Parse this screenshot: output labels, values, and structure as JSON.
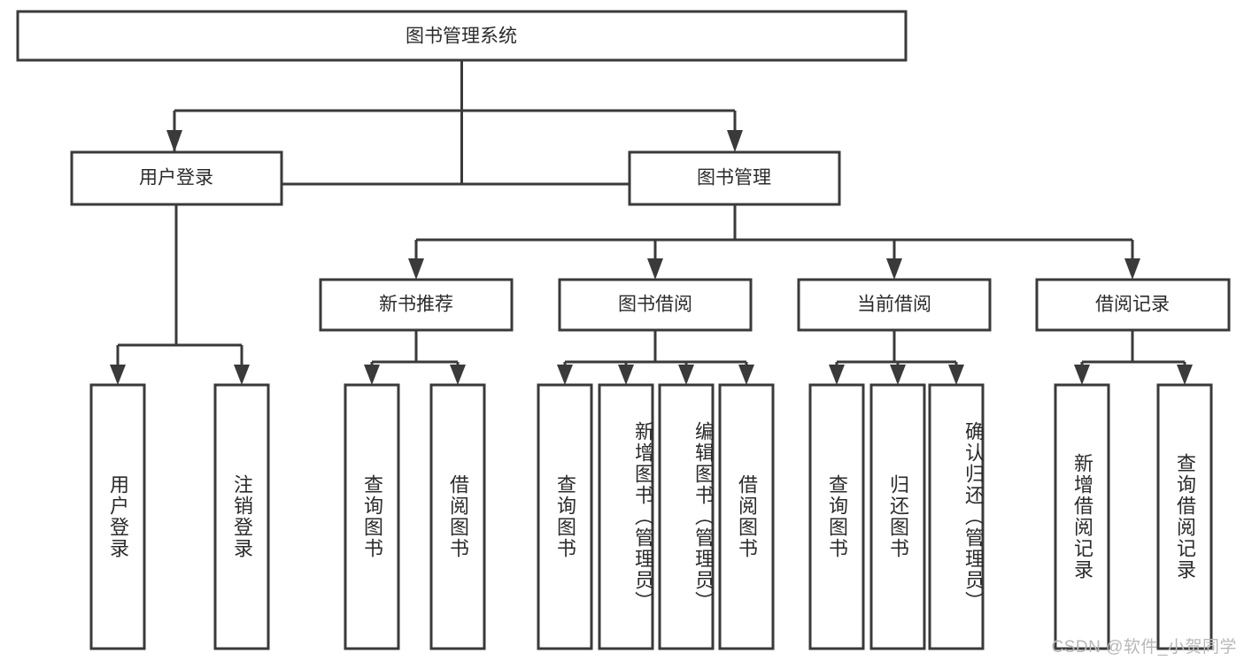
{
  "diagram": {
    "type": "tree-hierarchy",
    "title": "图书管理系统",
    "orientation": "top-down",
    "colors": {
      "box_stroke": "#3a3a3a",
      "box_fill": "#ffffff",
      "text": "#2b2b2b",
      "connector": "#3a3a3a",
      "watermark": "#b8b8b8",
      "background": "#ffffff"
    },
    "root": {
      "id": "root",
      "label": "图书管理系统"
    },
    "level2": [
      {
        "id": "user-login",
        "label": "用户登录"
      },
      {
        "id": "book-manage",
        "label": "图书管理"
      }
    ],
    "level3": [
      {
        "id": "new-book-recommend",
        "label": "新书推荐",
        "parent": "book-manage"
      },
      {
        "id": "book-borrow",
        "label": "图书借阅",
        "parent": "book-manage"
      },
      {
        "id": "current-borrow",
        "label": "当前借阅",
        "parent": "book-manage"
      },
      {
        "id": "borrow-record",
        "label": "借阅记录",
        "parent": "book-manage"
      }
    ],
    "leaves": {
      "user-login": [
        {
          "id": "leaf-user-login",
          "label": "用户登录"
        },
        {
          "id": "leaf-user-logout",
          "label": "注销登录"
        }
      ],
      "new-book-recommend": [
        {
          "id": "leaf-query-book-1",
          "label": "查询图书"
        },
        {
          "id": "leaf-borrow-book-1",
          "label": "借阅图书"
        }
      ],
      "book-borrow": [
        {
          "id": "leaf-query-book-2",
          "label": "查询图书"
        },
        {
          "id": "leaf-add-book",
          "label": "新增图书（管理员）"
        },
        {
          "id": "leaf-edit-book",
          "label": "编辑图书（管理员）"
        },
        {
          "id": "leaf-borrow-book-2",
          "label": "借阅图书"
        }
      ],
      "current-borrow": [
        {
          "id": "leaf-query-book-3",
          "label": "查询图书"
        },
        {
          "id": "leaf-return-book",
          "label": "归还图书"
        },
        {
          "id": "leaf-confirm-return",
          "label": "确认归还（管理员）"
        }
      ],
      "borrow-record": [
        {
          "id": "leaf-add-record",
          "label": "新增借阅记录"
        },
        {
          "id": "leaf-query-record",
          "label": "查询借阅记录"
        }
      ]
    }
  },
  "watermark": {
    "text": "CSDN @软件_小贺同学"
  }
}
